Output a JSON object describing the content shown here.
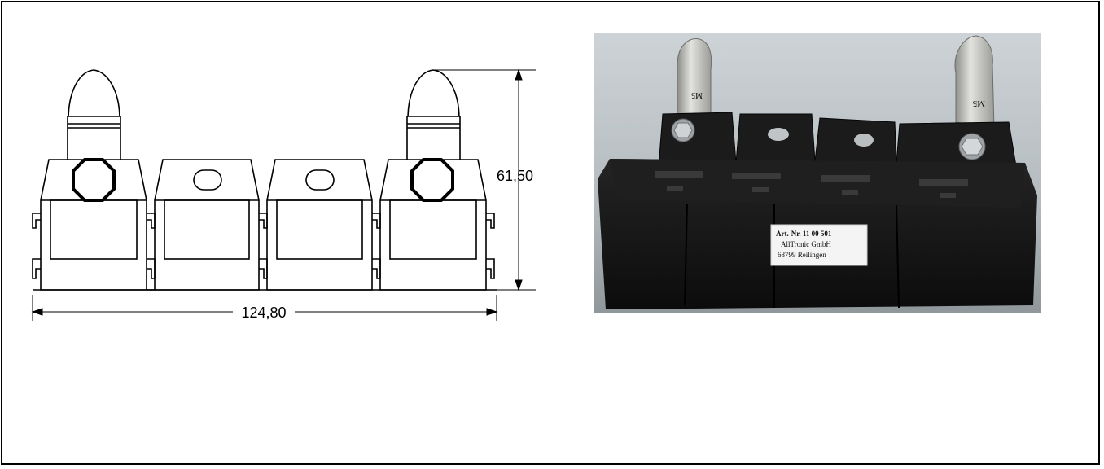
{
  "drawing": {
    "width_dimension": "124,80",
    "height_dimension": "61,50"
  },
  "photo": {
    "clip_left_marking": "M5",
    "clip_right_marking": "M5",
    "label": {
      "line1": "Art.-Nr. 11 00 501",
      "line2": "AllTronic GmbH",
      "line3": "68799 Reilingen"
    },
    "colors": {
      "background_top": "#c9cfd3",
      "background_bottom": "#9aa2a6",
      "plastic": "#141414",
      "metal": "#b8b8b4"
    }
  }
}
